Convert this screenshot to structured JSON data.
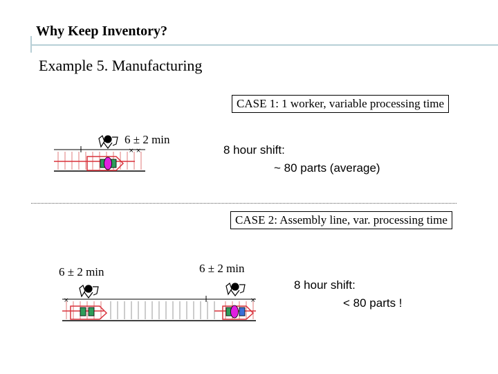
{
  "slide": {
    "title": "Why Keep Inventory?",
    "subtitle": "Example 5. Manufacturing"
  },
  "case1": {
    "box_label": "CASE 1: 1 worker, variable processing time",
    "time_label": "6 ± 2 min",
    "shift_line1": "8 hour shift:",
    "shift_line2": "~ 80 parts (average)"
  },
  "case2": {
    "box_label": "CASE 2: Assembly line, var. processing time",
    "time_label_left": "6 ± 2 min",
    "time_label_right": "6 ± 2 min",
    "shift_line1": "8 hour shift:",
    "shift_line2": "< 80 parts !"
  },
  "colors": {
    "accent_rule": "#b7cfd6",
    "conveyor_red": "#d9323c",
    "part_green": "#2e9d5a",
    "part_blue": "#3a6fd8",
    "part_magenta": "#e020e0"
  }
}
